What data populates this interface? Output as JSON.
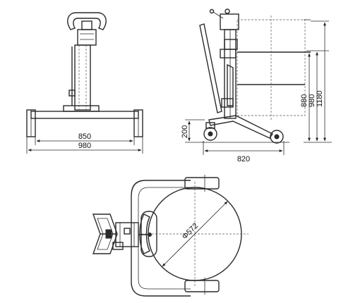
{
  "diagram": {
    "front_view": {
      "dim_inner": "850",
      "dim_outer": "980"
    },
    "side_view": {
      "dim_wheel_height": "200",
      "dim_length": "820",
      "dim_height_1": "880",
      "dim_height_2": "980",
      "dim_height_3": "1180"
    },
    "top_view": {
      "dim_diameter": "Φ572"
    }
  }
}
